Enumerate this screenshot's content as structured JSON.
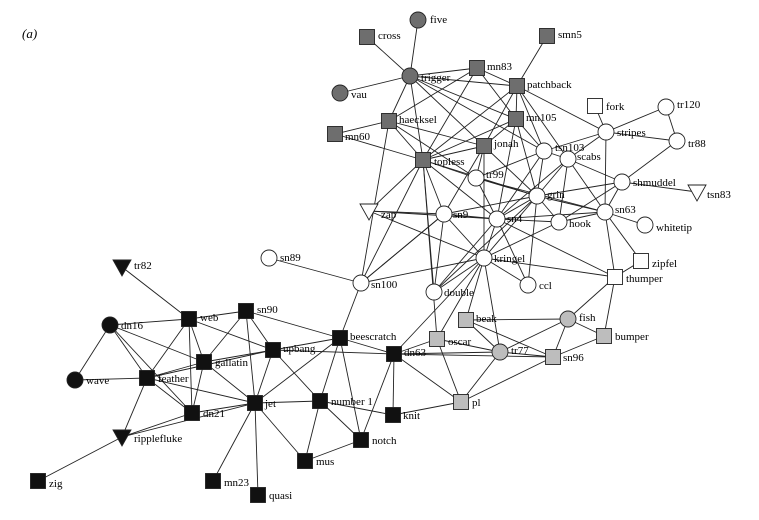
{
  "figure": {
    "panel_label": "(a)",
    "colors": {
      "dark_gray": "#6e6e6e",
      "black": "#111111",
      "light_gray": "#bdbdbd",
      "white": "#ffffff",
      "edge": "#222222"
    },
    "nodes": [
      {
        "id": "five",
        "label": "five",
        "shape": "circle",
        "fill": "dark_gray"
      },
      {
        "id": "cross",
        "label": "cross",
        "shape": "square",
        "fill": "dark_gray"
      },
      {
        "id": "smn5",
        "label": "smn5",
        "shape": "square",
        "fill": "dark_gray"
      },
      {
        "id": "mn83",
        "label": "mn83",
        "shape": "square",
        "fill": "dark_gray"
      },
      {
        "id": "trigger",
        "label": "trigger",
        "shape": "circle",
        "fill": "dark_gray"
      },
      {
        "id": "patchback",
        "label": "patchback",
        "shape": "square",
        "fill": "dark_gray"
      },
      {
        "id": "vau",
        "label": "vau",
        "shape": "circle",
        "fill": "dark_gray"
      },
      {
        "id": "haecksel",
        "label": "haecksel",
        "shape": "square",
        "fill": "dark_gray"
      },
      {
        "id": "mn105",
        "label": "mn105",
        "shape": "square",
        "fill": "dark_gray"
      },
      {
        "id": "mn60",
        "label": "mn60",
        "shape": "square",
        "fill": "dark_gray"
      },
      {
        "id": "jonah",
        "label": "jonah",
        "shape": "square",
        "fill": "dark_gray"
      },
      {
        "id": "topless",
        "label": "topless",
        "shape": "square",
        "fill": "dark_gray"
      },
      {
        "id": "fork",
        "label": "fork",
        "shape": "square",
        "fill": "white"
      },
      {
        "id": "tr120",
        "label": "tr120",
        "shape": "circle",
        "fill": "white"
      },
      {
        "id": "stripes",
        "label": "stripes",
        "shape": "circle",
        "fill": "white"
      },
      {
        "id": "tr88",
        "label": "tr88",
        "shape": "circle",
        "fill": "white"
      },
      {
        "id": "tsn103",
        "label": "tsn103",
        "shape": "circle",
        "fill": "white"
      },
      {
        "id": "scabs",
        "label": "scabs",
        "shape": "circle",
        "fill": "white"
      },
      {
        "id": "tr99",
        "label": "tr99",
        "shape": "circle",
        "fill": "white"
      },
      {
        "id": "shmuddel",
        "label": "shmuddel",
        "shape": "circle",
        "fill": "white"
      },
      {
        "id": "tsn83",
        "label": "tsn83",
        "shape": "triangle-down",
        "fill": "white"
      },
      {
        "id": "grin",
        "label": "grin",
        "shape": "circle",
        "fill": "white"
      },
      {
        "id": "zap",
        "label": "zap",
        "shape": "triangle-down",
        "fill": "white"
      },
      {
        "id": "sn9",
        "label": "sn9",
        "shape": "circle",
        "fill": "white"
      },
      {
        "id": "sn4",
        "label": "sn4",
        "shape": "circle",
        "fill": "white"
      },
      {
        "id": "hook",
        "label": "hook",
        "shape": "circle",
        "fill": "white"
      },
      {
        "id": "sn63",
        "label": "sn63",
        "shape": "circle",
        "fill": "white"
      },
      {
        "id": "whitetip",
        "label": "whitetip",
        "shape": "circle",
        "fill": "white"
      },
      {
        "id": "kringel",
        "label": "kringel",
        "shape": "circle",
        "fill": "white"
      },
      {
        "id": "zipfel",
        "label": "zipfel",
        "shape": "square",
        "fill": "white"
      },
      {
        "id": "sn89",
        "label": "sn89",
        "shape": "circle",
        "fill": "white"
      },
      {
        "id": "tr82",
        "label": "tr82",
        "shape": "triangle-down",
        "fill": "black"
      },
      {
        "id": "thumper",
        "label": "thumper",
        "shape": "square",
        "fill": "white"
      },
      {
        "id": "sn100",
        "label": "sn100",
        "shape": "circle",
        "fill": "white"
      },
      {
        "id": "double",
        "label": "double",
        "shape": "circle",
        "fill": "white"
      },
      {
        "id": "ccl",
        "label": "ccl",
        "shape": "circle",
        "fill": "white"
      },
      {
        "id": "web",
        "label": "web",
        "shape": "square",
        "fill": "black"
      },
      {
        "id": "sn90",
        "label": "sn90",
        "shape": "square",
        "fill": "black"
      },
      {
        "id": "beak",
        "label": "beak",
        "shape": "square",
        "fill": "light_gray"
      },
      {
        "id": "fish",
        "label": "fish",
        "shape": "circle",
        "fill": "light_gray"
      },
      {
        "id": "dn16",
        "label": "dn16",
        "shape": "circle",
        "fill": "black"
      },
      {
        "id": "bumper",
        "label": "bumper",
        "shape": "square",
        "fill": "light_gray"
      },
      {
        "id": "beescratch",
        "label": "beescratch",
        "shape": "square",
        "fill": "black"
      },
      {
        "id": "oscar",
        "label": "oscar",
        "shape": "square",
        "fill": "light_gray"
      },
      {
        "id": "upbang",
        "label": "upbang",
        "shape": "square",
        "fill": "black"
      },
      {
        "id": "dn63",
        "label": "dn63",
        "shape": "square",
        "fill": "black"
      },
      {
        "id": "tr77",
        "label": "tr77",
        "shape": "circle",
        "fill": "light_gray"
      },
      {
        "id": "sn96",
        "label": "sn96",
        "shape": "square",
        "fill": "light_gray"
      },
      {
        "id": "gallatin",
        "label": "gallatin",
        "shape": "square",
        "fill": "black"
      },
      {
        "id": "wave",
        "label": "wave",
        "shape": "circle",
        "fill": "black"
      },
      {
        "id": "feather",
        "label": "feather",
        "shape": "square",
        "fill": "black"
      },
      {
        "id": "number1",
        "label": "number 1",
        "shape": "square",
        "fill": "black"
      },
      {
        "id": "pl",
        "label": "pl",
        "shape": "square",
        "fill": "light_gray"
      },
      {
        "id": "jet",
        "label": "jet",
        "shape": "square",
        "fill": "black"
      },
      {
        "id": "dn21",
        "label": "dn21",
        "shape": "square",
        "fill": "black"
      },
      {
        "id": "knit",
        "label": "knit",
        "shape": "square",
        "fill": "black"
      },
      {
        "id": "notch",
        "label": "notch",
        "shape": "square",
        "fill": "black"
      },
      {
        "id": "ripplefluke",
        "label": "ripplefluke",
        "shape": "triangle-down",
        "fill": "black"
      },
      {
        "id": "mus",
        "label": "mus",
        "shape": "square",
        "fill": "black"
      },
      {
        "id": "zig",
        "label": "zig",
        "shape": "square",
        "fill": "black"
      },
      {
        "id": "mn23",
        "label": "mn23",
        "shape": "square",
        "fill": "black"
      },
      {
        "id": "quasi",
        "label": "quasi",
        "shape": "square",
        "fill": "black"
      }
    ],
    "edges": [
      [
        "five",
        "trigger"
      ],
      [
        "cross",
        "trigger"
      ],
      [
        "trigger",
        "mn83"
      ],
      [
        "trigger",
        "vau"
      ],
      [
        "trigger",
        "haecksel"
      ],
      [
        "trigger",
        "patchback"
      ],
      [
        "trigger",
        "jonah"
      ],
      [
        "trigger",
        "topless"
      ],
      [
        "trigger",
        "mn105"
      ],
      [
        "trigger",
        "tsn103"
      ],
      [
        "smn5",
        "patchback"
      ],
      [
        "mn83",
        "patchback"
      ],
      [
        "mn83",
        "haecksel"
      ],
      [
        "mn83",
        "topless"
      ],
      [
        "mn83",
        "mn105"
      ],
      [
        "patchback",
        "jonah"
      ],
      [
        "patchback",
        "mn105"
      ],
      [
        "patchback",
        "topless"
      ],
      [
        "patchback",
        "tsn103"
      ],
      [
        "patchback",
        "scabs"
      ],
      [
        "patchback",
        "stripes"
      ],
      [
        "haecksel",
        "mn60"
      ],
      [
        "haecksel",
        "topless"
      ],
      [
        "haecksel",
        "jonah"
      ],
      [
        "haecksel",
        "tr99"
      ],
      [
        "haecksel",
        "sn100"
      ],
      [
        "mn105",
        "jonah"
      ],
      [
        "mn105",
        "topless"
      ],
      [
        "mn105",
        "tsn103"
      ],
      [
        "mn105",
        "grin"
      ],
      [
        "mn105",
        "sn4"
      ],
      [
        "mn60",
        "topless"
      ],
      [
        "jonah",
        "topless"
      ],
      [
        "jonah",
        "tr99"
      ],
      [
        "jonah",
        "grin"
      ],
      [
        "jonah",
        "sn9"
      ],
      [
        "jonah",
        "kringel"
      ],
      [
        "topless",
        "zap"
      ],
      [
        "topless",
        "sn100"
      ],
      [
        "topless",
        "sn9"
      ],
      [
        "topless",
        "double"
      ],
      [
        "topless",
        "grin"
      ],
      [
        "topless",
        "tr99"
      ],
      [
        "topless",
        "oscar"
      ],
      [
        "topless",
        "sn4"
      ],
      [
        "fork",
        "stripes"
      ],
      [
        "tr120",
        "stripes"
      ],
      [
        "tr120",
        "tr88"
      ],
      [
        "stripes",
        "tr88"
      ],
      [
        "stripes",
        "scabs"
      ],
      [
        "stripes",
        "tsn103"
      ],
      [
        "stripes",
        "sn63"
      ],
      [
        "tr88",
        "shmuddel"
      ],
      [
        "tsn103",
        "scabs"
      ],
      [
        "tsn103",
        "grin"
      ],
      [
        "tsn103",
        "tr99"
      ],
      [
        "tsn103",
        "sn4"
      ],
      [
        "scabs",
        "grin"
      ],
      [
        "scabs",
        "shmuddel"
      ],
      [
        "scabs",
        "sn4"
      ],
      [
        "scabs",
        "sn63"
      ],
      [
        "scabs",
        "hook"
      ],
      [
        "tr99",
        "grin"
      ],
      [
        "tr99",
        "sn4"
      ],
      [
        "tr99",
        "sn63"
      ],
      [
        "shmuddel",
        "tsn83"
      ],
      [
        "shmuddel",
        "sn63"
      ],
      [
        "shmuddel",
        "grin"
      ],
      [
        "shmuddel",
        "hook"
      ],
      [
        "grin",
        "sn4"
      ],
      [
        "grin",
        "hook"
      ],
      [
        "grin",
        "sn63"
      ],
      [
        "grin",
        "kringel"
      ],
      [
        "grin",
        "sn9"
      ],
      [
        "grin",
        "double"
      ],
      [
        "grin",
        "ccl"
      ],
      [
        "zap",
        "sn9"
      ],
      [
        "zap",
        "sn4"
      ],
      [
        "zap",
        "kringel"
      ],
      [
        "sn9",
        "sn4"
      ],
      [
        "sn9",
        "kringel"
      ],
      [
        "sn9",
        "double"
      ],
      [
        "sn9",
        "sn100"
      ],
      [
        "sn4",
        "hook"
      ],
      [
        "sn4",
        "kringel"
      ],
      [
        "sn4",
        "sn63"
      ],
      [
        "sn4",
        "ccl"
      ],
      [
        "sn4",
        "thumper"
      ],
      [
        "sn4",
        "double"
      ],
      [
        "hook",
        "sn63"
      ],
      [
        "hook",
        "kringel"
      ],
      [
        "sn63",
        "whitetip"
      ],
      [
        "sn63",
        "zipfel"
      ],
      [
        "sn63",
        "thumper"
      ],
      [
        "kringel",
        "double"
      ],
      [
        "kringel",
        "ccl"
      ],
      [
        "kringel",
        "thumper"
      ],
      [
        "kringel",
        "sn100"
      ],
      [
        "kringel",
        "oscar"
      ],
      [
        "kringel",
        "beak"
      ],
      [
        "kringel",
        "tr77"
      ],
      [
        "kringel",
        "dn63"
      ],
      [
        "zipfel",
        "thumper"
      ],
      [
        "thumper",
        "bumper"
      ],
      [
        "thumper",
        "fish"
      ],
      [
        "sn89",
        "sn100"
      ],
      [
        "sn100",
        "beescratch"
      ],
      [
        "sn100",
        "sn9"
      ],
      [
        "tr82",
        "web"
      ],
      [
        "web",
        "sn90"
      ],
      [
        "web",
        "gallatin"
      ],
      [
        "web",
        "feather"
      ],
      [
        "web",
        "dn21"
      ],
      [
        "web",
        "upbang"
      ],
      [
        "web",
        "dn16"
      ],
      [
        "sn90",
        "gallatin"
      ],
      [
        "sn90",
        "upbang"
      ],
      [
        "sn90",
        "beescratch"
      ],
      [
        "sn90",
        "jet"
      ],
      [
        "dn16",
        "wave"
      ],
      [
        "dn16",
        "feather"
      ],
      [
        "dn16",
        "gallatin"
      ],
      [
        "dn16",
        "dn21"
      ],
      [
        "beescratch",
        "upbang"
      ],
      [
        "beescratch",
        "dn63"
      ],
      [
        "beescratch",
        "number1"
      ],
      [
        "beescratch",
        "jet"
      ],
      [
        "beescratch",
        "notch"
      ],
      [
        "upbang",
        "gallatin"
      ],
      [
        "upbang",
        "jet"
      ],
      [
        "upbang",
        "feather"
      ],
      [
        "upbang",
        "number1"
      ],
      [
        "upbang",
        "dn63"
      ],
      [
        "dn63",
        "knit"
      ],
      [
        "dn63",
        "notch"
      ],
      [
        "dn63",
        "oscar"
      ],
      [
        "dn63",
        "tr77"
      ],
      [
        "dn63",
        "sn96"
      ],
      [
        "beak",
        "fish"
      ],
      [
        "beak",
        "tr77"
      ],
      [
        "beak",
        "sn96"
      ],
      [
        "fish",
        "bumper"
      ],
      [
        "fish",
        "tr77"
      ],
      [
        "fish",
        "sn96"
      ],
      [
        "bumper",
        "sn96"
      ],
      [
        "oscar",
        "tr77"
      ],
      [
        "oscar",
        "pl"
      ],
      [
        "tr77",
        "sn96"
      ],
      [
        "tr77",
        "pl"
      ],
      [
        "sn96",
        "pl"
      ],
      [
        "gallatin",
        "feather"
      ],
      [
        "gallatin",
        "dn21"
      ],
      [
        "gallatin",
        "jet"
      ],
      [
        "wave",
        "feather"
      ],
      [
        "feather",
        "dn21"
      ],
      [
        "feather",
        "ripplefluke"
      ],
      [
        "feather",
        "jet"
      ],
      [
        "number1",
        "jet"
      ],
      [
        "number1",
        "knit"
      ],
      [
        "number1",
        "notch"
      ],
      [
        "number1",
        "mus"
      ],
      [
        "jet",
        "dn21"
      ],
      [
        "jet",
        "mus"
      ],
      [
        "jet",
        "mn23"
      ],
      [
        "jet",
        "quasi"
      ],
      [
        "jet",
        "ripplefluke"
      ],
      [
        "knit",
        "pl"
      ],
      [
        "dn21",
        "ripplefluke"
      ],
      [
        "ripplefluke",
        "zig"
      ],
      [
        "mus",
        "notch"
      ],
      [
        "dn63",
        "pl"
      ]
    ]
  }
}
